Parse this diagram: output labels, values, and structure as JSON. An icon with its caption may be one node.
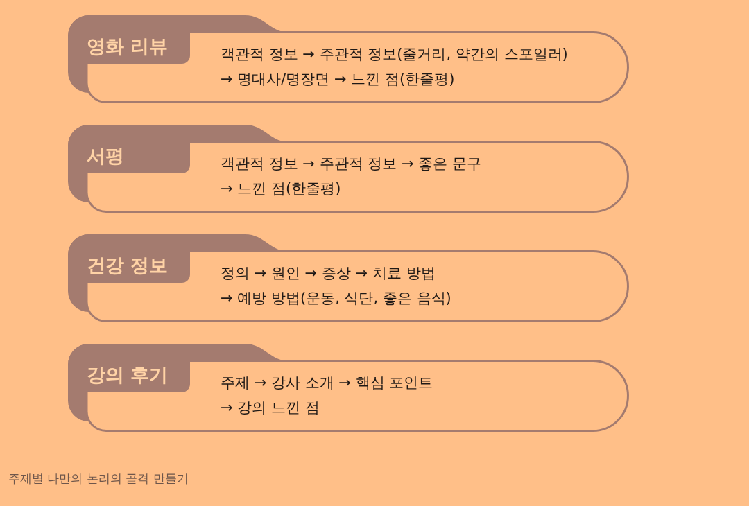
{
  "diagram": {
    "caption": "주제별 나만의 논리의 골격 만들기",
    "nodes": [
      {
        "text": [
          "영화 리뷰",
          "객관적 정보 → 주관적 정보(줄거리, 약간의 스포일러) → 명대사/명장면 → 느낀 점(한줄평)"
        ]
      },
      {
        "text": [
          "서평",
          "객관적 정보 → 주관적 정보 → 좋은 문구 → 느낀 점(한줄평)"
        ]
      },
      {
        "text": [
          "건강 정보",
          "정의 → 원인 → 증상 → 치료 방법 → 예방 방법(운동, 식단, 좋은 음식)"
        ]
      },
      {
        "text": [
          "강의 후기",
          "주제 → 강사 소개 → 핵심 포인트 → 강의 느낀 점"
        ]
      }
    ]
  }
}
